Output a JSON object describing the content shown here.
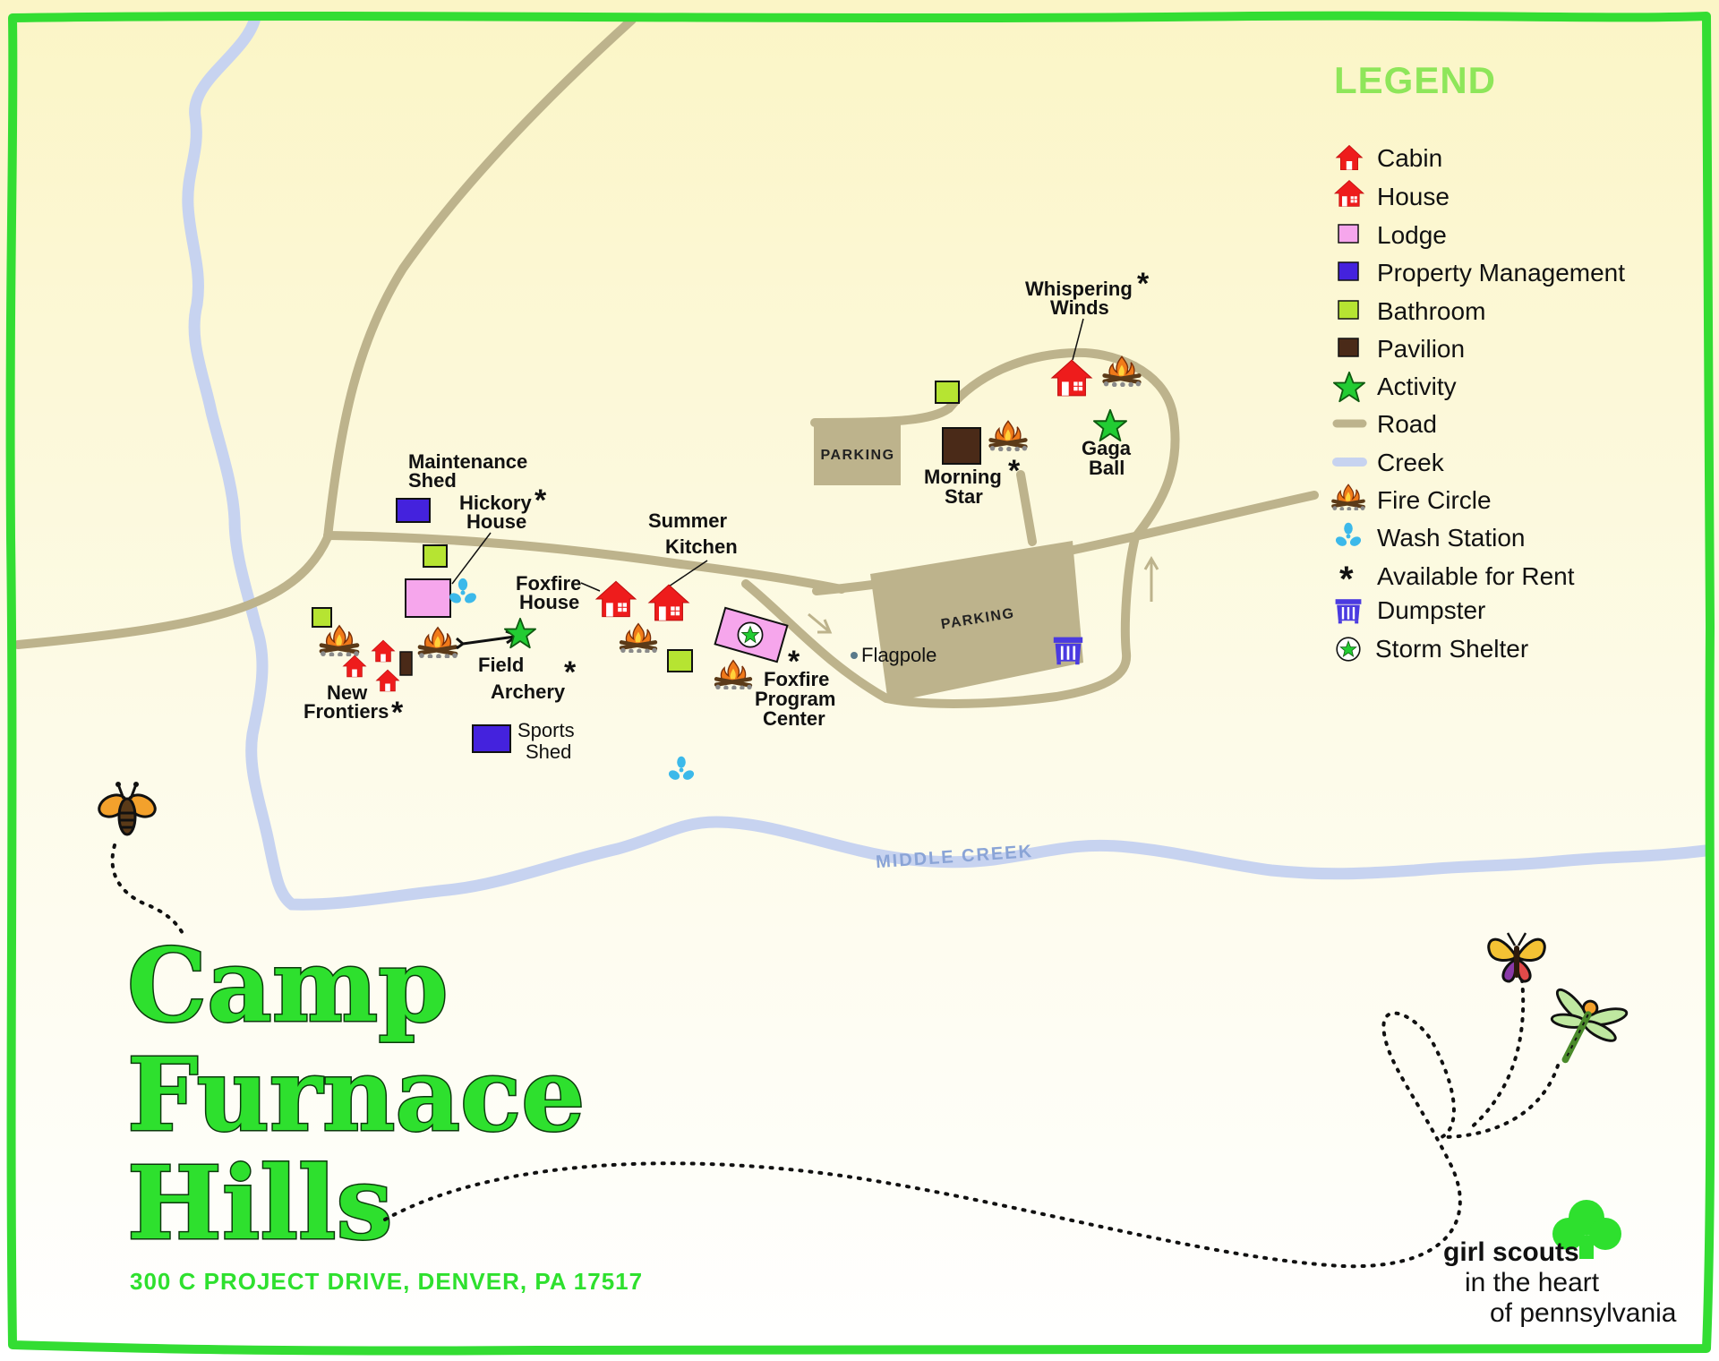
{
  "colors": {
    "border": "#33dd33",
    "sky_top": "#fbf5c8",
    "road": "#bdb38c",
    "parking": "#bdb38c",
    "creek": "#c7d3f0",
    "cabin": "#ee1c1c",
    "lodge": "#f6a6ec",
    "property_management": "#4422dd",
    "bathroom": "#b6e432",
    "pavilion": "#4a2a18",
    "activity": "#22cc33",
    "wash_station": "#3cb9ea",
    "dumpster": "#4a3ae0",
    "title_green": "#2ee02e"
  },
  "title": {
    "line1": "Camp",
    "line2": "Furnace",
    "line3": "Hills"
  },
  "address": "300 C PROJECT DRIVE, DENVER, PA 17517",
  "logo": {
    "line1": "girl scouts",
    "line2": "in the heart",
    "line3": "of pennsylvania"
  },
  "legend": {
    "title": "LEGEND",
    "items": [
      {
        "icon": "cabin-icon",
        "label": "Cabin"
      },
      {
        "icon": "house-icon",
        "label": "House"
      },
      {
        "icon": "lodge-icon",
        "label": "Lodge"
      },
      {
        "icon": "property-management-icon",
        "label": "Property Management"
      },
      {
        "icon": "bathroom-icon",
        "label": "Bathroom"
      },
      {
        "icon": "pavilion-icon",
        "label": "Pavilion"
      },
      {
        "icon": "activity-star-icon",
        "label": "Activity"
      },
      {
        "icon": "road-icon",
        "label": "Road"
      },
      {
        "icon": "creek-icon",
        "label": "Creek"
      },
      {
        "icon": "fire-circle-icon",
        "label": "Fire Circle"
      },
      {
        "icon": "wash-station-icon",
        "label": "Wash Station"
      },
      {
        "icon": "asterisk-icon",
        "label": "Available for Rent"
      },
      {
        "icon": "dumpster-icon",
        "label": "Dumpster"
      },
      {
        "icon": "storm-shelter-icon",
        "label": "Storm Shelter"
      }
    ]
  },
  "labels": {
    "maintenance_shed_1": "Maintenance",
    "maintenance_shed_2": "Shed",
    "hickory_house_1": "Hickory",
    "hickory_house_2": "House",
    "foxfire_house_1": "Foxfire",
    "foxfire_house_2": "House",
    "summer_kitchen_1": "Summer",
    "summer_kitchen_2": "Kitchen",
    "field_archery_1": "Field",
    "field_archery_2": "Archery",
    "new_frontiers_1": "New",
    "new_frontiers_2": "Frontiers",
    "sports_shed_1": "Sports",
    "sports_shed_2": "Shed",
    "foxfire_program_1": "Foxfire",
    "foxfire_program_2": "Program",
    "foxfire_program_3": "Center",
    "flagpole": "Flagpole",
    "parking_small": "PARKING",
    "parking_large": "PARKING",
    "morning_star_1": "Morning",
    "morning_star_2": "Star",
    "gaga_ball_1": "Gaga",
    "gaga_ball_2": "Ball",
    "whispering_winds_1": "Whispering",
    "whispering_winds_2": "Winds",
    "middle_creek": "MIDDLE CREEK",
    "rent_mark": "*"
  }
}
